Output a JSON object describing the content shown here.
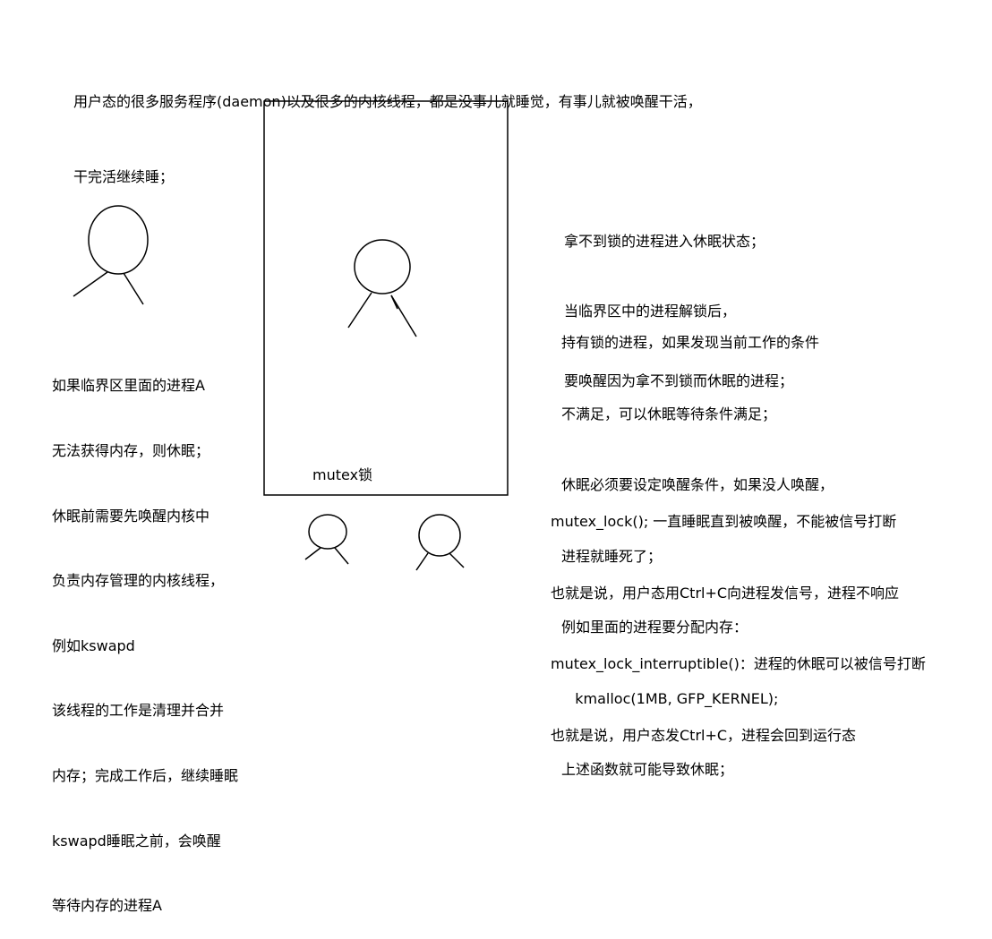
{
  "top_note": {
    "lines": [
      "用户态的很多服务程序(daemon)以及很多的内核线程，都是没事儿就睡觉，有事儿就被唤醒干活，",
      "干完活继续睡；"
    ]
  },
  "left_note": {
    "lines": [
      "如果临界区里面的进程A",
      "无法获得内存，则休眠；",
      "休眠前需要先唤醒内核中",
      "负责内存管理的内核线程，",
      "例如kswapd",
      "该线程的工作是清理并合并",
      "内存；完成工作后，继续睡眠",
      "kswapd睡眠之前，会唤醒",
      "等待内存的进程A"
    ]
  },
  "right_note_top": {
    "lines": [
      "拿不到锁的进程进入休眠状态；",
      "当临界区中的进程解锁后，",
      "要唤醒因为拿不到锁而休眠的进程；"
    ]
  },
  "right_note_middle": {
    "lines": [
      "持有锁的进程，如果发现当前工作的条件",
      "不满足，可以休眠等待条件满足；",
      "休眠必须要设定唤醒条件，如果没人唤醒，",
      "进程就睡死了；",
      "例如里面的进程要分配内存：",
      "   kmalloc(1MB, GFP_KERNEL);",
      "上述函数就可能导致休眠；"
    ]
  },
  "right_note_bottom": {
    "lines": [
      "mutex_lock(); 一直睡眠直到被唤醒，不能被信号打断",
      "也就是说，用户态用Ctrl+C向进程发信号，进程不响应",
      "mutex_lock_interruptible()：进程的休眠可以被信号打断",
      "也就是说，用户态发Ctrl+C，进程会回到运行态"
    ]
  },
  "critical_section": {
    "label": "mutex锁"
  },
  "colors": {
    "stroke": "#000000",
    "background": "#ffffff",
    "text": "#000000"
  }
}
